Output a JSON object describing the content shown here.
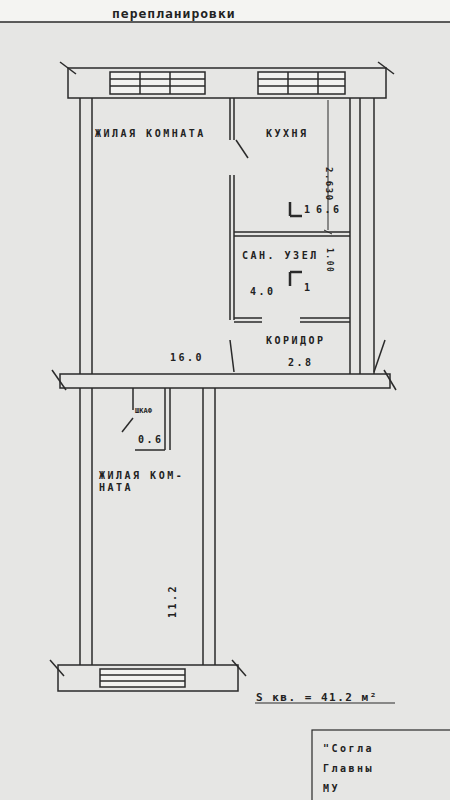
{
  "diagram": {
    "nodes": [
      {
        "text": [
          "ЖИЛАЯ КОМНАТА",
          "16.0"
        ]
      },
      {
        "text": [
          "КУХНЯ",
          "6.6"
        ]
      },
      {
        "text": [
          "САН. УЗЕЛ",
          "4.0"
        ]
      },
      {
        "text": [
          "КОРИДОР",
          "2.8"
        ]
      },
      {
        "text": [
          "ШКАФ",
          "0.6"
        ]
      },
      {
        "text": [
          "ЖИЛАЯ КОМ- НАТА",
          "11.2"
        ]
      },
      {
        "text": [
          "\"Согла",
          "Главны",
          "МУ"
        ]
      }
    ],
    "labels": [
      "перепланировки",
      "2.630",
      "1.00",
      "1",
      "1",
      "S кв. = 41.2 м²"
    ]
  }
}
